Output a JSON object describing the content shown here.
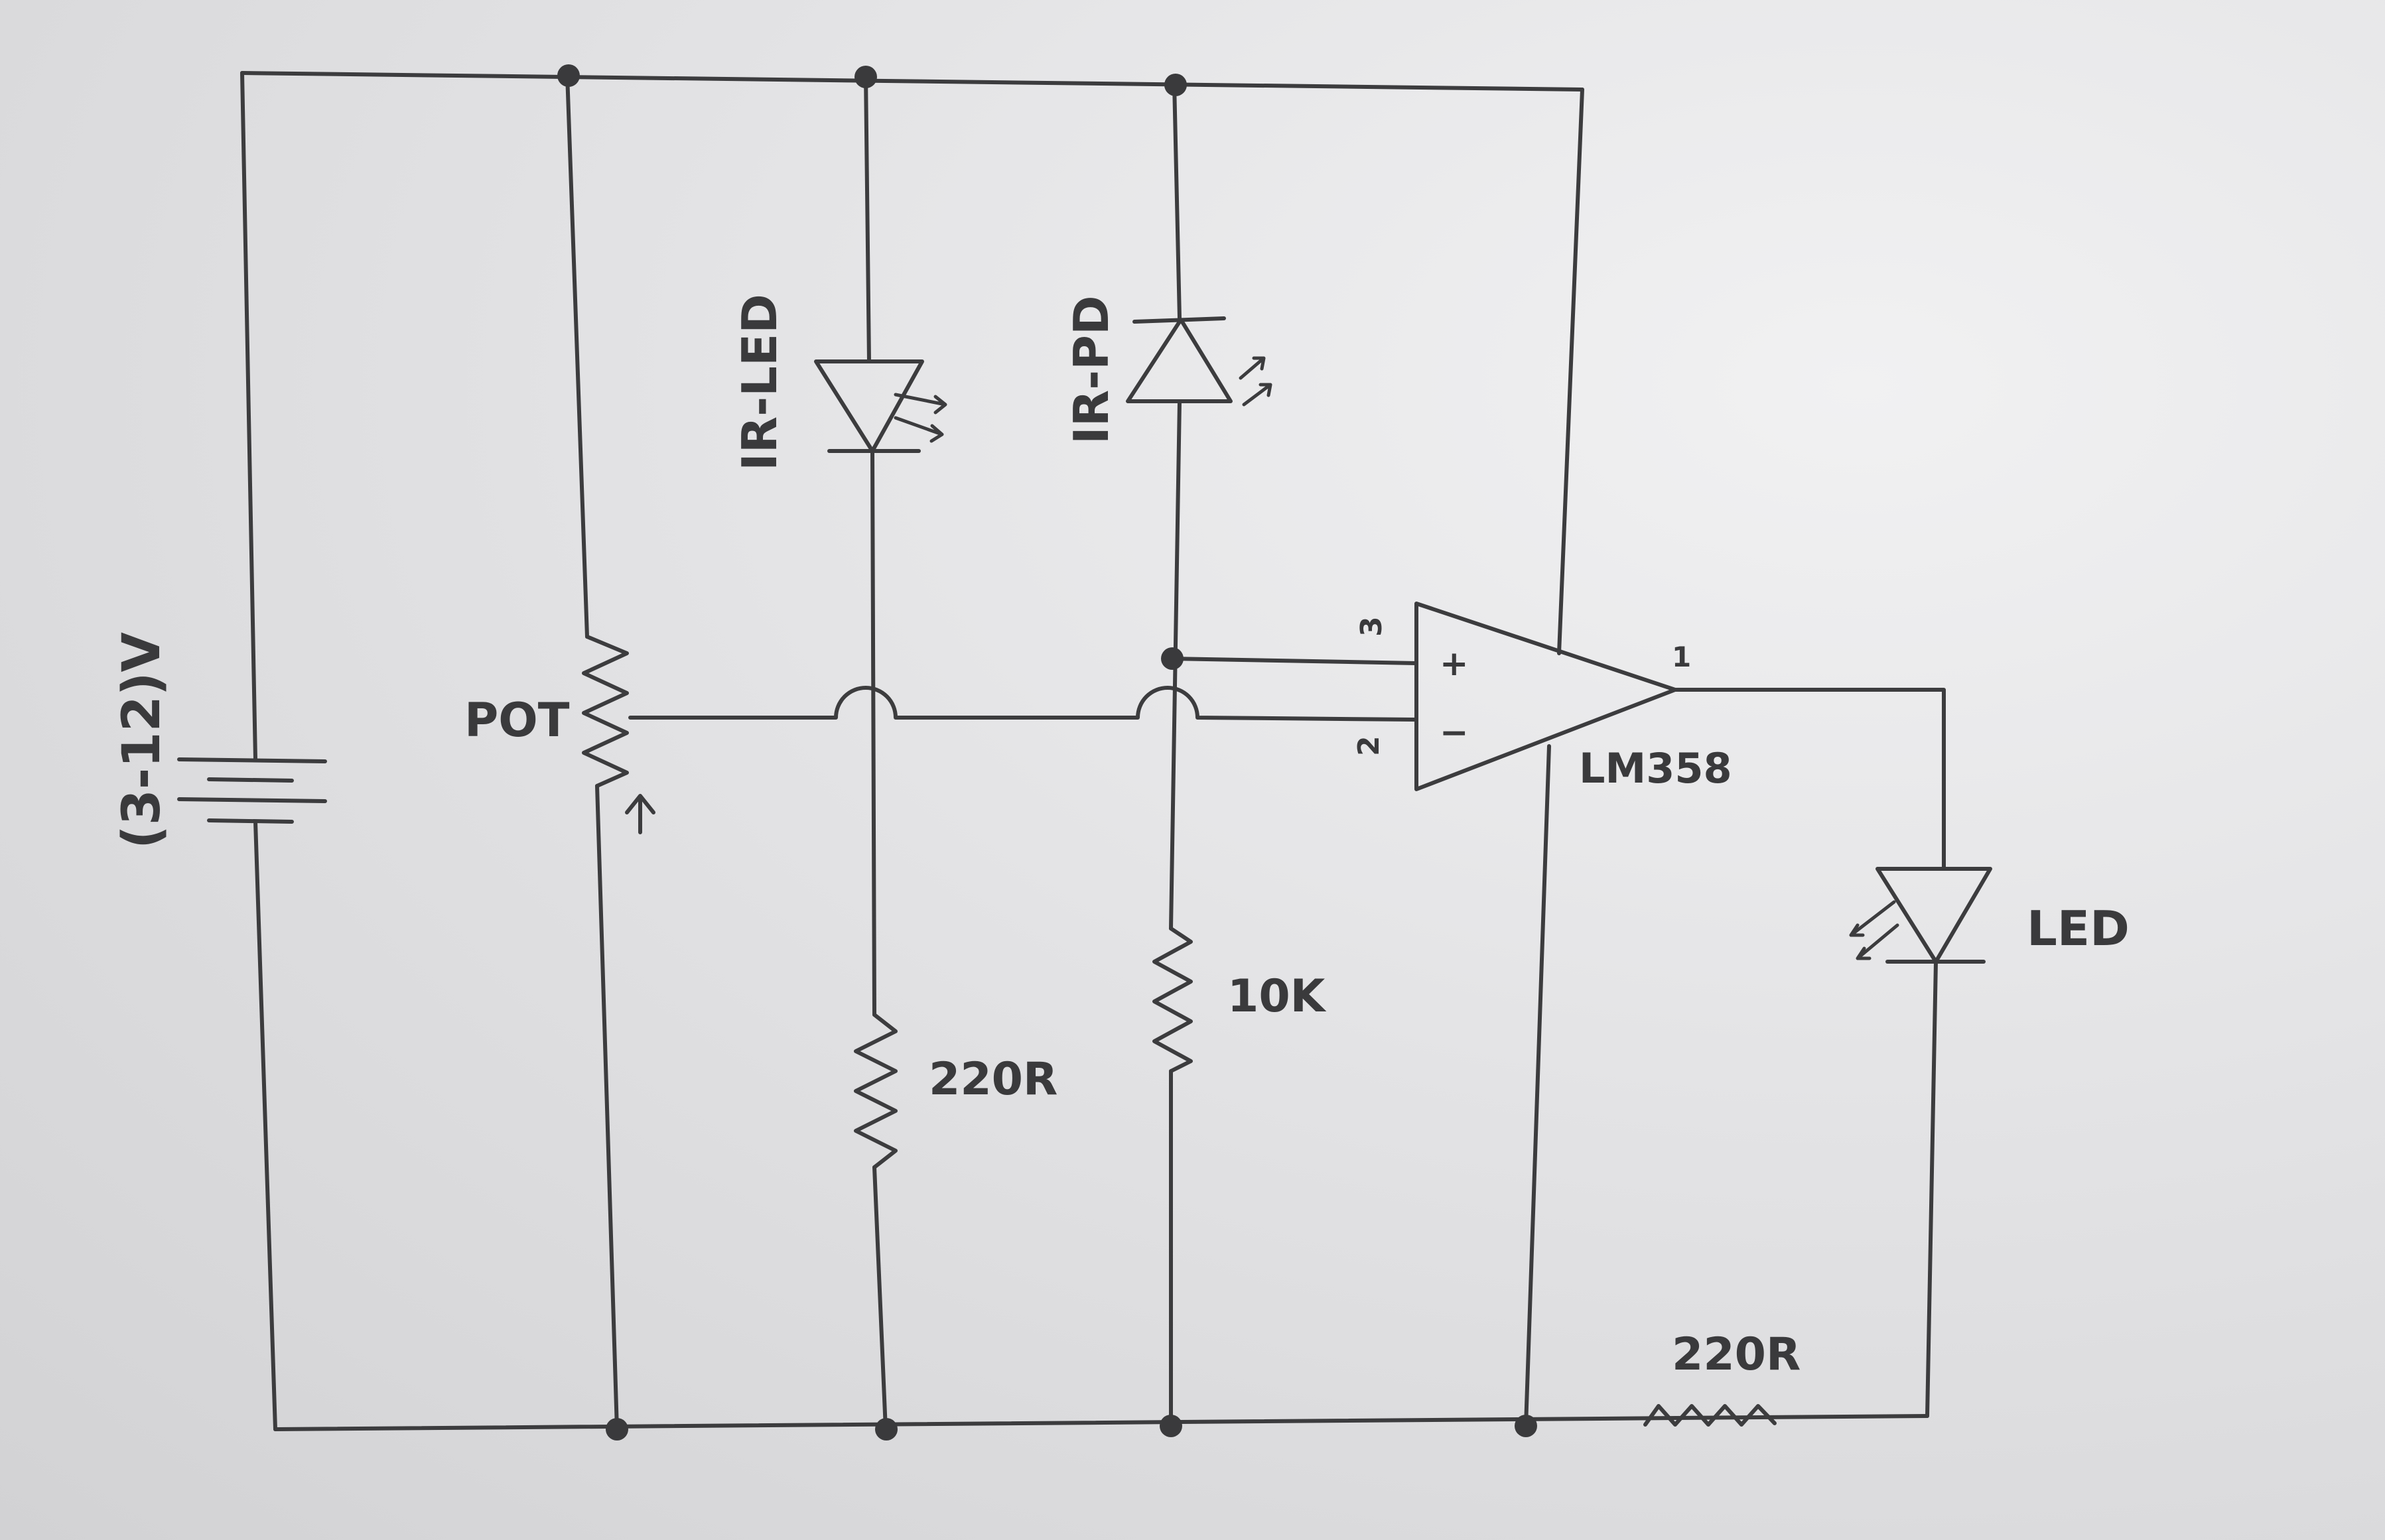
{
  "diagram": {
    "supply_label": "(3-12)V",
    "pot_label": "POT",
    "ir_led_label": "IR-LED",
    "ir_pd_label": "IR-PD",
    "opamp_label": "LM358",
    "pin_noninverting": "3",
    "pin_inverting": "2",
    "pin_output": "1",
    "plus_sign": "+",
    "minus_sign": "−",
    "resistor_ir_led": "220R",
    "resistor_ir_pd": "10K",
    "output_led_label": "LED",
    "resistor_output": "220R"
  }
}
